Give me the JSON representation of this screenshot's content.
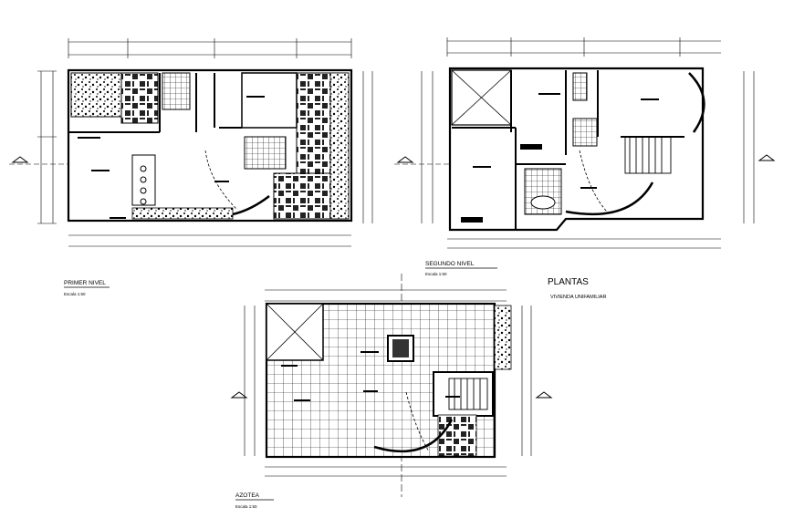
{
  "plans": [
    {
      "id": "primer",
      "title": "PRIMER NIVEL",
      "scale": "Escala 1:50"
    },
    {
      "id": "segundo",
      "title": "SEGUNDO NIVEL",
      "scale": "Escala 1:50"
    },
    {
      "id": "azotea",
      "title": "AZOTEA",
      "scale": "Escala 1:50"
    }
  ],
  "heading": {
    "title": "PLANTAS",
    "subtitle": "VIVIENDA UNIFAMILIAR"
  },
  "colors": {
    "line": "#000000",
    "background": "#ffffff"
  }
}
